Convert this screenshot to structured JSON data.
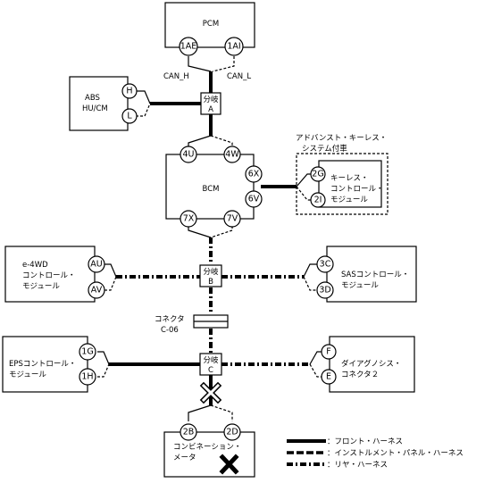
{
  "modules": {
    "pcm": {
      "name": "PCM",
      "pin_h": "1AE",
      "pin_l": "1AI"
    },
    "abs": {
      "line1": "ABS",
      "line2": "HU/CM",
      "pin_h": "H",
      "pin_l": "L"
    },
    "bcm": {
      "name": "BCM",
      "pins": [
        "4U",
        "4W",
        "6X",
        "6V",
        "7X",
        "7V"
      ]
    },
    "keyless": {
      "line1": "キーレス・",
      "line2": "コントロール・",
      "line3": "モジュール",
      "pin_h": "2G",
      "pin_l": "2I"
    },
    "advanced_keyless": {
      "line1": "アドバンスト・キーレス・",
      "line2": "システム付車"
    },
    "e4wd": {
      "line1": "e-4WD",
      "line2": "コントロール・",
      "line3": "モジュール",
      "pin_h": "AU",
      "pin_l": "AV"
    },
    "sas": {
      "line1": "SASコントロール・",
      "line2": "モジュール",
      "pin_h": "3C",
      "pin_l": "3D"
    },
    "eps": {
      "line1": "EPSコントロール・",
      "line2": "モジュール",
      "pin_h": "1G",
      "pin_l": "1H"
    },
    "dlc": {
      "line1": "ダイアグノシス・",
      "line2": "コネクタ２",
      "pin_h": "F",
      "pin_l": "E"
    },
    "combi": {
      "line1": "コンビネーション・",
      "line2": "メータ",
      "pin_h": "2B",
      "pin_l": "2D"
    }
  },
  "labels": {
    "can_h": "CAN_H",
    "can_l": "CAN_L"
  },
  "junctions": {
    "a": {
      "line1": "分岐",
      "line2": "A"
    },
    "b": {
      "line1": "分岐",
      "line2": "B"
    },
    "c": {
      "line1": "分岐",
      "line2": "C"
    }
  },
  "connector": {
    "line1": "コネクタ",
    "line2": "C-06"
  },
  "legend": {
    "front": "：フロント・ハーネス",
    "instrument": "：インストルメント・パネル・ハーネス",
    "rear": "：リヤ・ハーネス"
  },
  "fault": {
    "icon": "x-mark-icon",
    "color": "#000000"
  }
}
